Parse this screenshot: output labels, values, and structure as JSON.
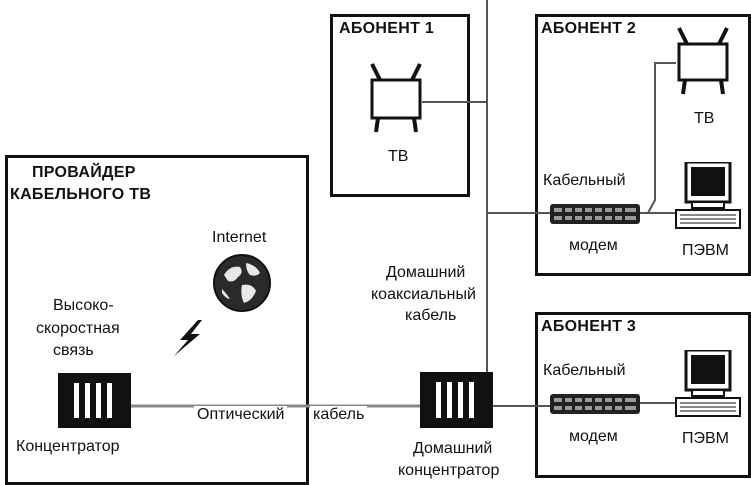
{
  "provider": {
    "title_line1": "ПРОВАЙДЕР",
    "title_line2": "КАБЕЛЬНОГО ТВ",
    "internet": "Internet",
    "hs_line1": "Высоко-",
    "hs_line2": "скоростная",
    "hs_line3": "связь",
    "hub": "Концентратор"
  },
  "subscriber1": {
    "title": "АБОНЕНТ 1",
    "tv": "ТВ"
  },
  "subscriber2": {
    "title": "АБОНЕНТ 2",
    "tv": "ТВ",
    "modem_line1": "Кабельный",
    "modem_line2": "модем",
    "pc": "ПЭВМ"
  },
  "subscriber3": {
    "title": "АБОНЕНТ 3",
    "modem_line1": "Кабельный",
    "modem_line2": "модем",
    "pc": "ПЭВМ"
  },
  "home_cable": {
    "line1": "Домашний",
    "line2": "коаксиальный",
    "line3": "кабель"
  },
  "optic": {
    "word1": "Оптический",
    "word2": "кабель"
  },
  "home_hub": {
    "line1": "Домашний",
    "line2": "концентратор"
  }
}
